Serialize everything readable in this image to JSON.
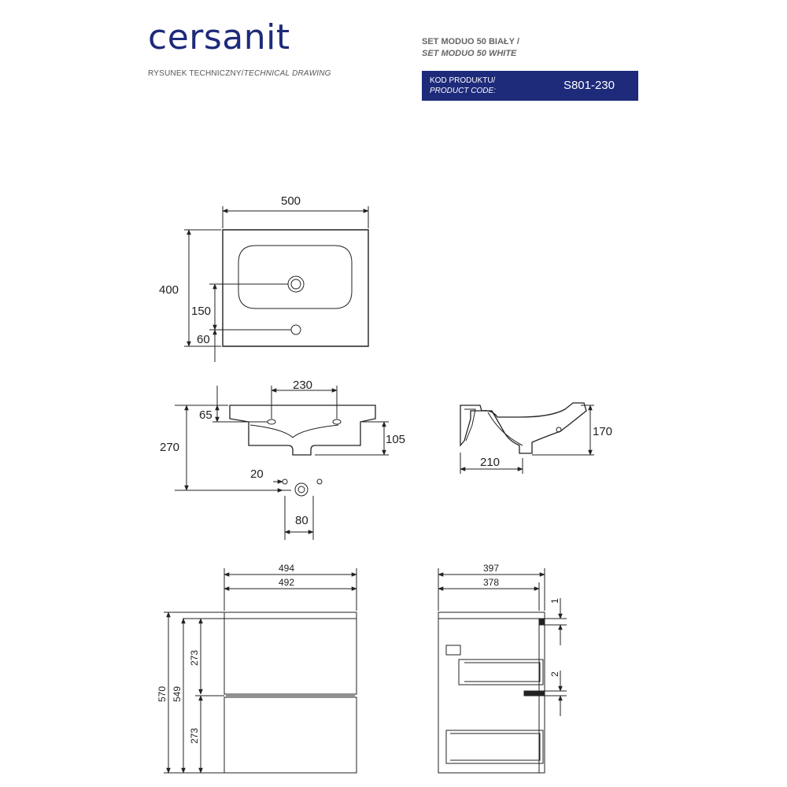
{
  "header": {
    "brand": "cersanit",
    "drawing_type_pl": "RYSUNEK TECHNICZNY/",
    "drawing_type_en": "TECHNICAL DRAWING",
    "product_name_pl": "SET MODUO 50 BIAŁY /",
    "product_name_en": "SET MODUO 50 WHITE",
    "code_label_pl": "KOD PRODUKTU/",
    "code_label_en": "PRODUCT CODE:",
    "code_value": "S801-230"
  },
  "colors": {
    "brand": "#1e2a7a",
    "line": "#222222",
    "dim": "#333333"
  },
  "dimensions": {
    "basin_width": "500",
    "basin_depth": "400",
    "tap_hole_offset": "150",
    "overflow_offset": "60",
    "mount_spacing": "230",
    "mount_height": "65",
    "basin_height": "270",
    "drain_depth": "105",
    "side_height": "170",
    "side_depth": "210",
    "drain_offset": "20",
    "drain_spacing": "80",
    "cabinet_width_outer": "494",
    "cabinet_width_inner": "492",
    "cabinet_height": "570",
    "cabinet_body_height": "549",
    "drawer_top_height": "273",
    "drawer_bottom_height": "273",
    "cabinet_depth_outer": "397",
    "cabinet_depth_inner": "378",
    "gap_top": "1",
    "gap_mid": "2"
  }
}
